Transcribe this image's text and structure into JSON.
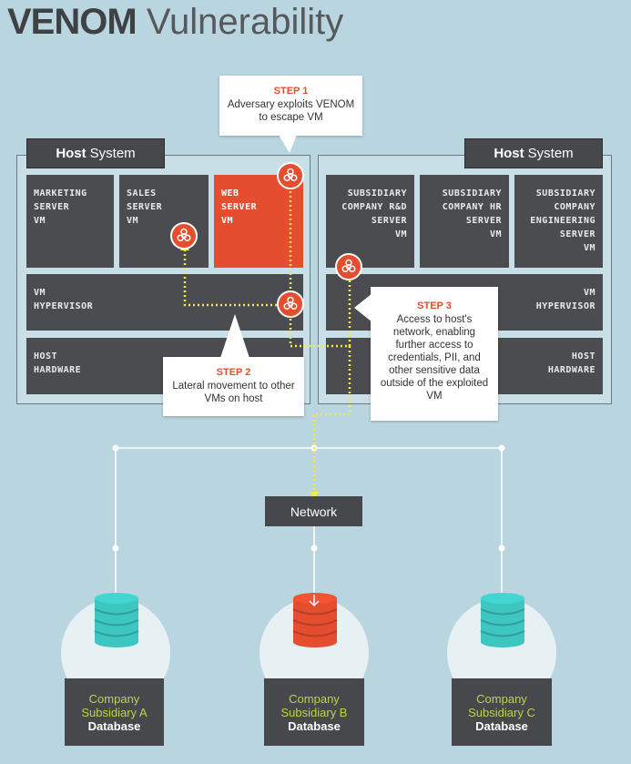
{
  "title": {
    "bold": "VENOM",
    "light": "Vulnerability"
  },
  "host_left": {
    "bold": "Host",
    "light": "System"
  },
  "host_right": {
    "bold": "Host",
    "light": "System"
  },
  "left_vms": [
    {
      "label": "MARKETING\nSERVER\nVM"
    },
    {
      "label": "SALES\nSERVER\nVM"
    },
    {
      "label": "WEB\nSERVER\nVM"
    }
  ],
  "right_vms": [
    {
      "label": "SUBSIDIARY\nCOMPANY R&D\nSERVER\nVM"
    },
    {
      "label": "SUBSIDIARY\nCOMPANY HR\nSERVER\nVM"
    },
    {
      "label": "SUBSIDIARY\nCOMPANY\nENGINEERING\nSERVER\nVM"
    }
  ],
  "left_hypervisor": "VM\nHYPERVISOR",
  "left_hardware": "HOST\nHARDWARE",
  "right_hypervisor": "VM\nHYPERVISOR",
  "right_hardware": "HOST\nHARDWARE",
  "step1": {
    "step": "STEP 1",
    "text": "Adversary exploits VENOM to escape VM"
  },
  "step2": {
    "step": "STEP 2",
    "text": "Lateral movement to other VMs on host"
  },
  "step3": {
    "step": "STEP 3",
    "text": "Access to host's network, enabling further access to credentials, PII, and other sensitive data outside of the exploited VM"
  },
  "network": "Network",
  "databases": [
    {
      "company": "Company",
      "subsidiary": "Subsidiary A",
      "db": "Database",
      "color": "#3ec6c1"
    },
    {
      "company": "Company",
      "subsidiary": "Subsidiary B",
      "db": "Database",
      "color": "#e44d2e"
    },
    {
      "company": "Company",
      "subsidiary": "Subsidiary C",
      "db": "Database",
      "color": "#3ec6c1"
    }
  ],
  "colors": {
    "accent_red": "#e44d2e",
    "teal": "#3ec6c1",
    "dark": "#46484b",
    "path_yellow": "#f4e84a",
    "background": "#b9d6e0"
  },
  "icons": {
    "compromise": "biohazard-icon",
    "database": "database-icon"
  }
}
